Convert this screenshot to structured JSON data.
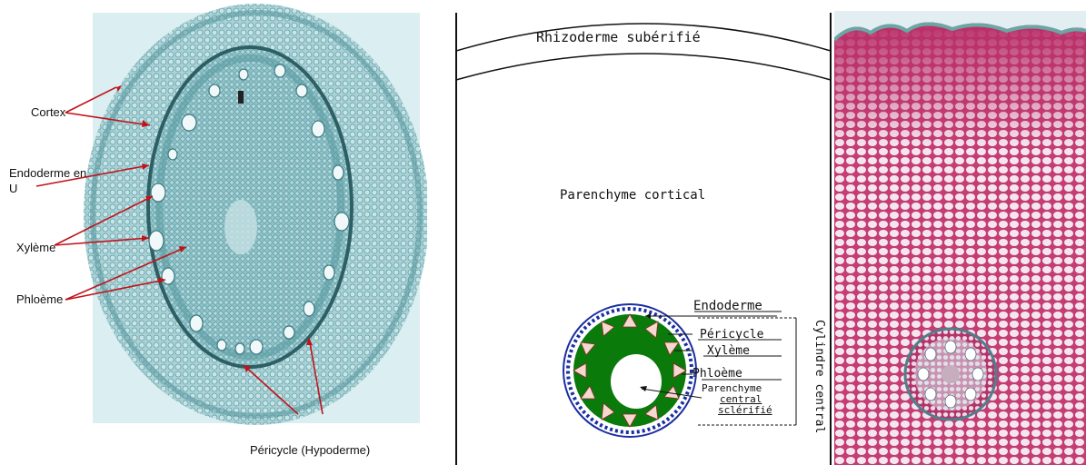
{
  "left_panel": {
    "labels": {
      "cortex": "Cortex",
      "endoderme_line1": "Endoderme en",
      "endoderme_line2": "U",
      "xyleme": "Xylème",
      "phloeme": "Phloème",
      "pericycle": "Péricycle (Hypoderme)"
    },
    "colors": {
      "tissue": "#5aa8ad",
      "background": "#d9ecef",
      "arrow": "#c0141b"
    }
  },
  "middle_panel": {
    "labels": {
      "rhizoderme": "Rhizoderme subérifié",
      "parenchyme_cortical": "Parenchyme cortical",
      "endoderme": "Endoderme",
      "pericycle": "Péricycle",
      "xyleme": "Xylème",
      "phloeme": "Phloème",
      "parenchyme_line1": "Parenchyme",
      "parenchyme_line2": "central",
      "parenchyme_line3": "sclérifié",
      "cylindre_central": "Cylindre central"
    },
    "colors": {
      "phloem": "#0a7a0a",
      "endoderm": "#1a2ea0",
      "xylem": "#f5d8d0"
    }
  },
  "right_panel": {
    "colors": {
      "tissue": "#c43d74",
      "cells": "#f4e6ee"
    }
  }
}
